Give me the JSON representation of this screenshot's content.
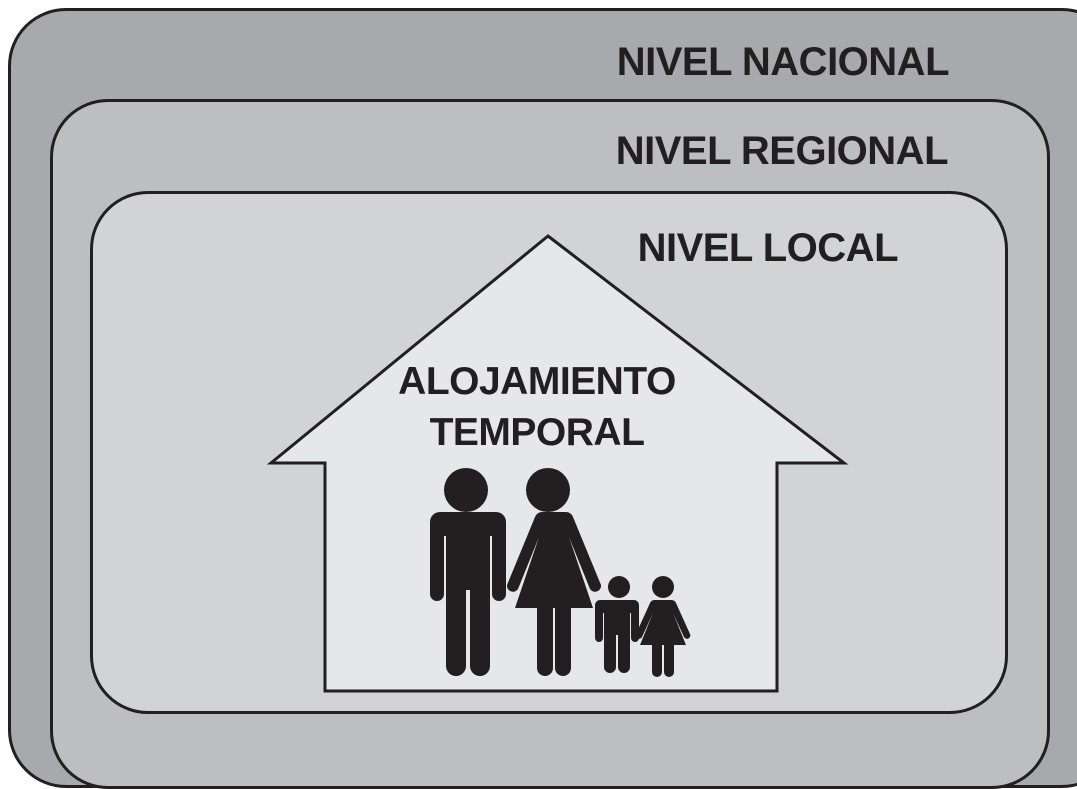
{
  "levels": {
    "national": {
      "label": "NIVEL NACIONAL"
    },
    "regional": {
      "label": "NIVEL REGIONAL"
    },
    "local": {
      "label": "NIVEL LOCAL"
    }
  },
  "shelter": {
    "line1": "ALOJAMIENTO",
    "line2": "TEMPORAL",
    "icon": "family-icon"
  },
  "colors": {
    "national_fill": "#a7a9ac",
    "regional_fill": "#bcbec0",
    "local_fill": "#d1d3d4",
    "house_fill": "#e6e7e8",
    "ink": "#231f20"
  }
}
